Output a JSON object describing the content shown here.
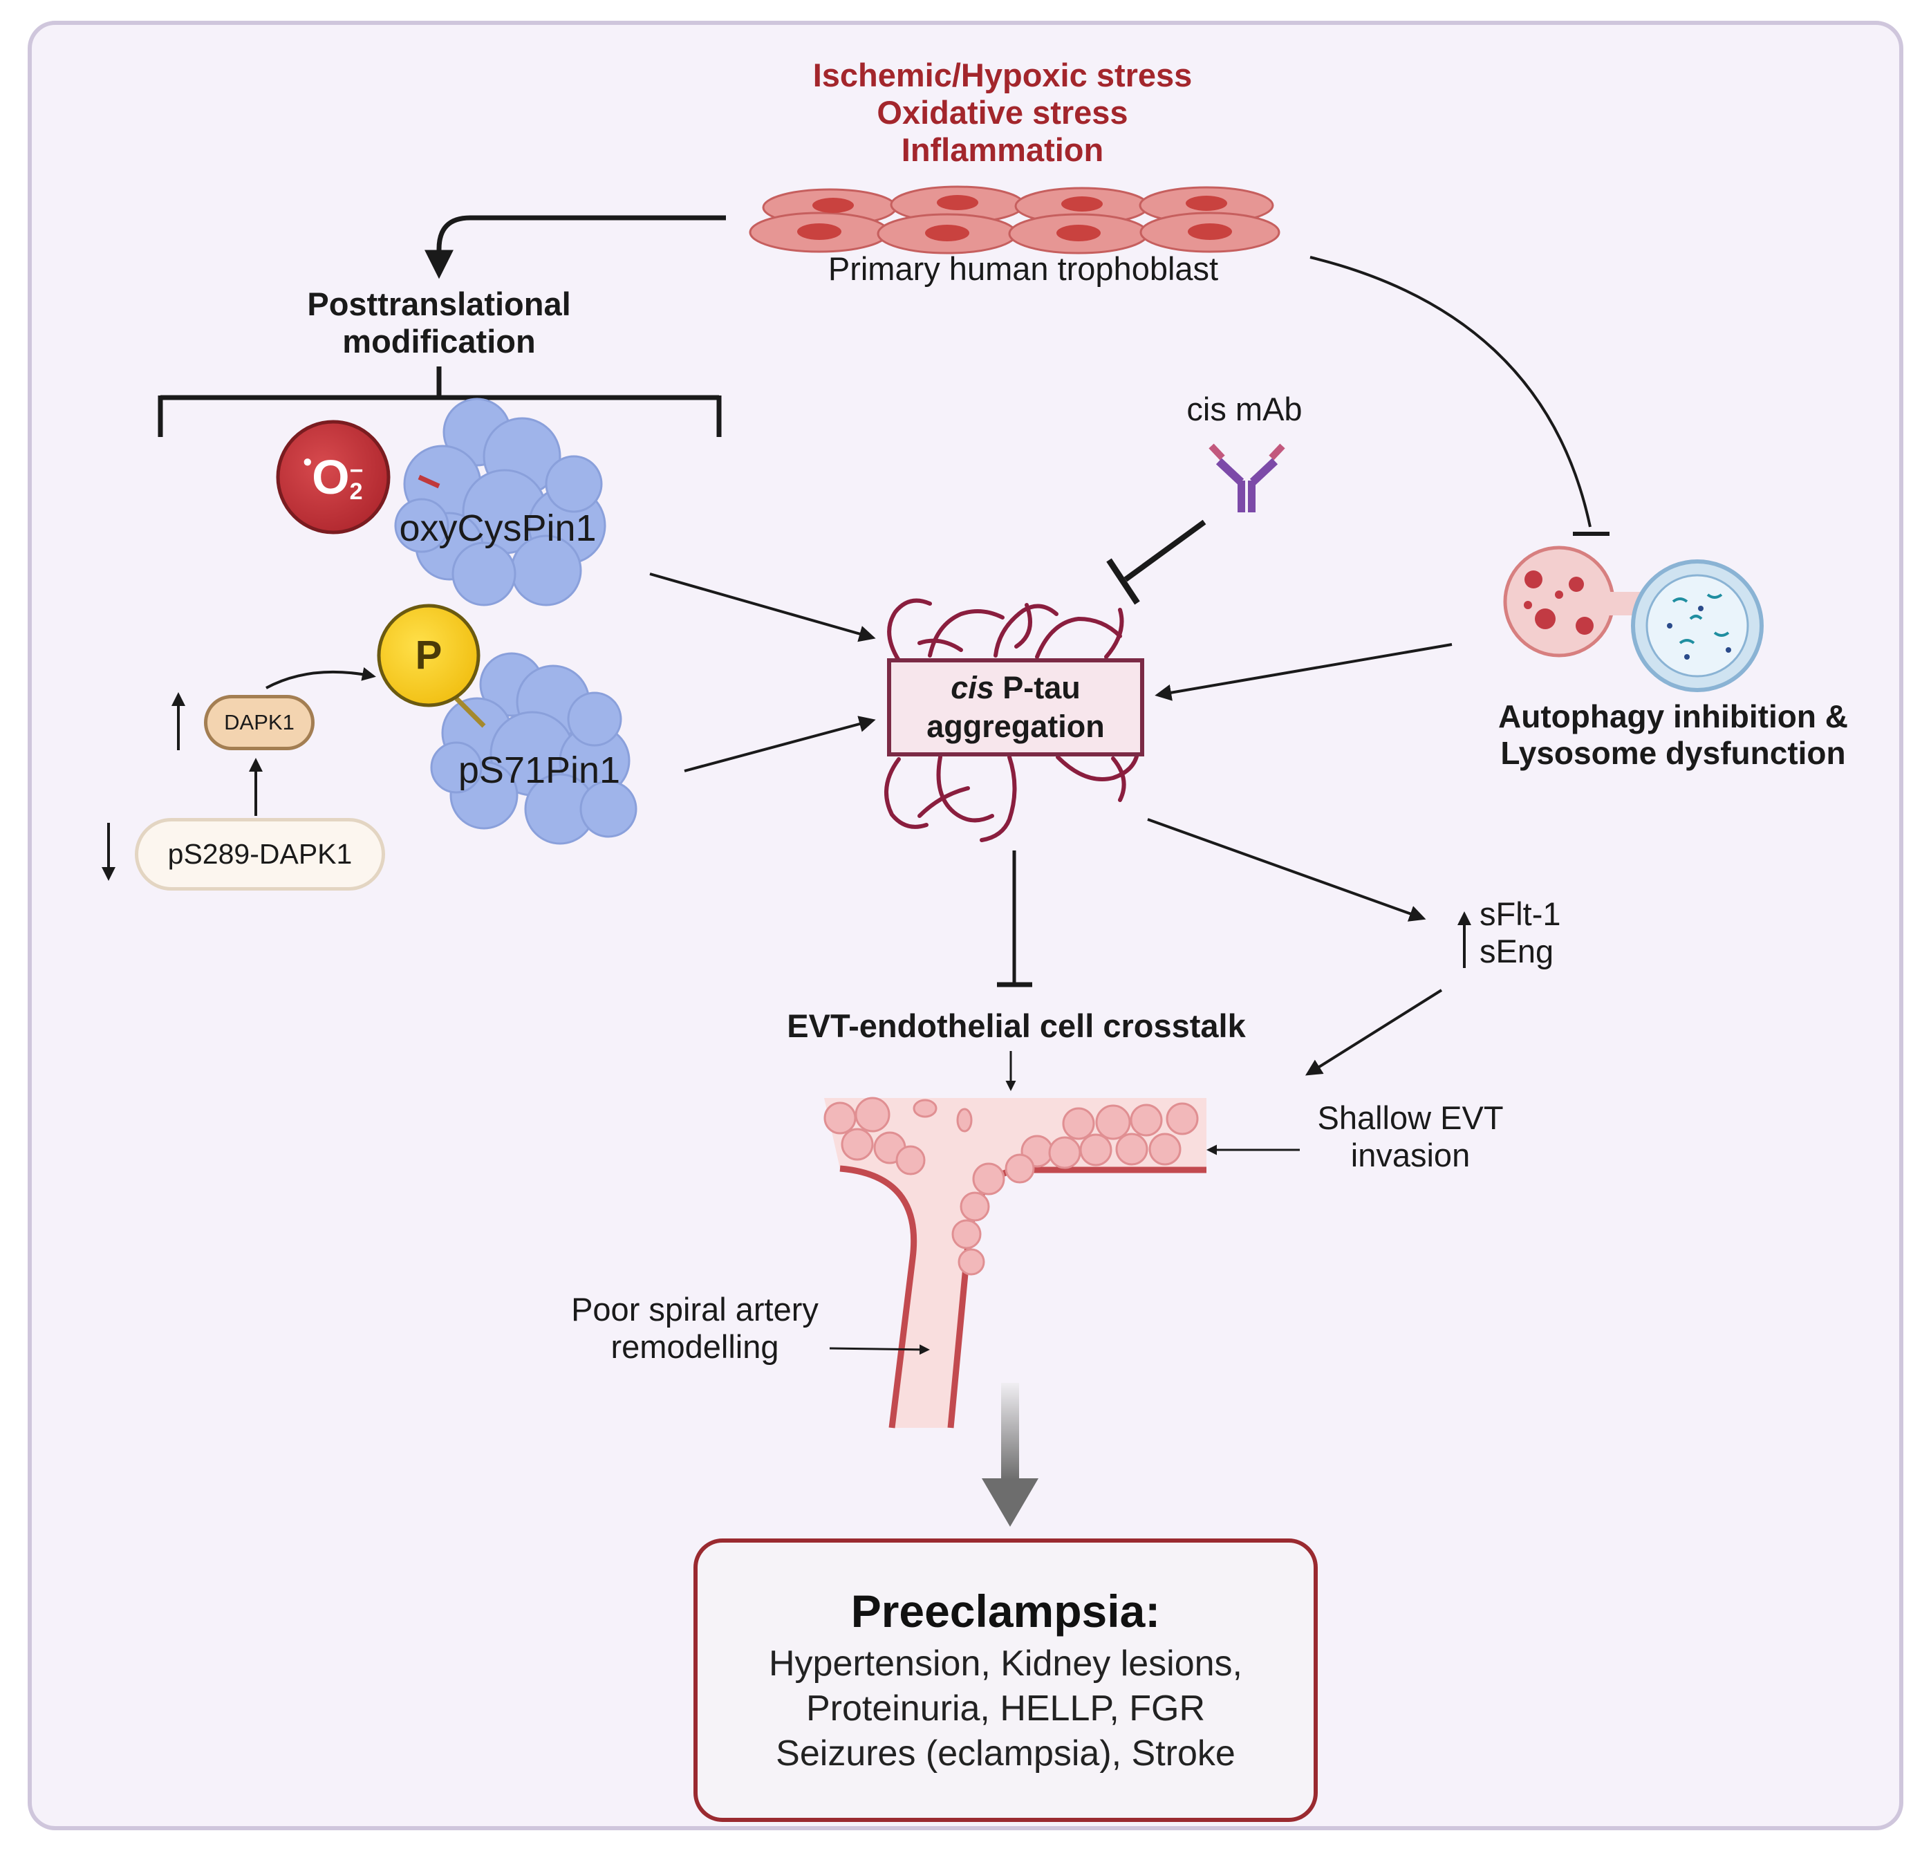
{
  "stressors": [
    "Ischemic/Hypoxic stress",
    "Oxidative stress",
    "Inflammation"
  ],
  "trophoblast_label": "Primary human trophoblast",
  "ptm_label": [
    "Posttranslational",
    "modification"
  ],
  "oxy_label": "oxyCysPin1",
  "superoxide_label": "O",
  "phospho_label": "P",
  "ps71_label": "pS71Pin1",
  "dapk1_label": "DAPK1",
  "ps289_label": "pS289-DAPK1",
  "cis_mab_label": "cis mAb",
  "cis_box": {
    "italic": "cis",
    "rest": " P-tau",
    "line2": "aggregation"
  },
  "autophagy_label": [
    "Autophagy inhibition &",
    "Lysosome dysfunction"
  ],
  "sflt_label": [
    "sFlt-1",
    "sEng"
  ],
  "evt_label": "EVT-endothelial cell crosstalk",
  "shallow_label": [
    "Shallow EVT",
    "invasion"
  ],
  "spiral_label": [
    "Poor spiral artery",
    "remodelling"
  ],
  "preeclampsia": {
    "title": "Preeclampsia:",
    "lines": [
      "Hypertension, Kidney lesions,",
      "Proteinuria, HELLP, FGR",
      "Seizures (eclampsia), Stroke"
    ]
  },
  "colors": {
    "stress": "#a3262c",
    "cell": "#e07f7c",
    "protein": "#9fb4ea",
    "fibril": "#8a1e3e",
    "box_border": "#7b2a45"
  }
}
